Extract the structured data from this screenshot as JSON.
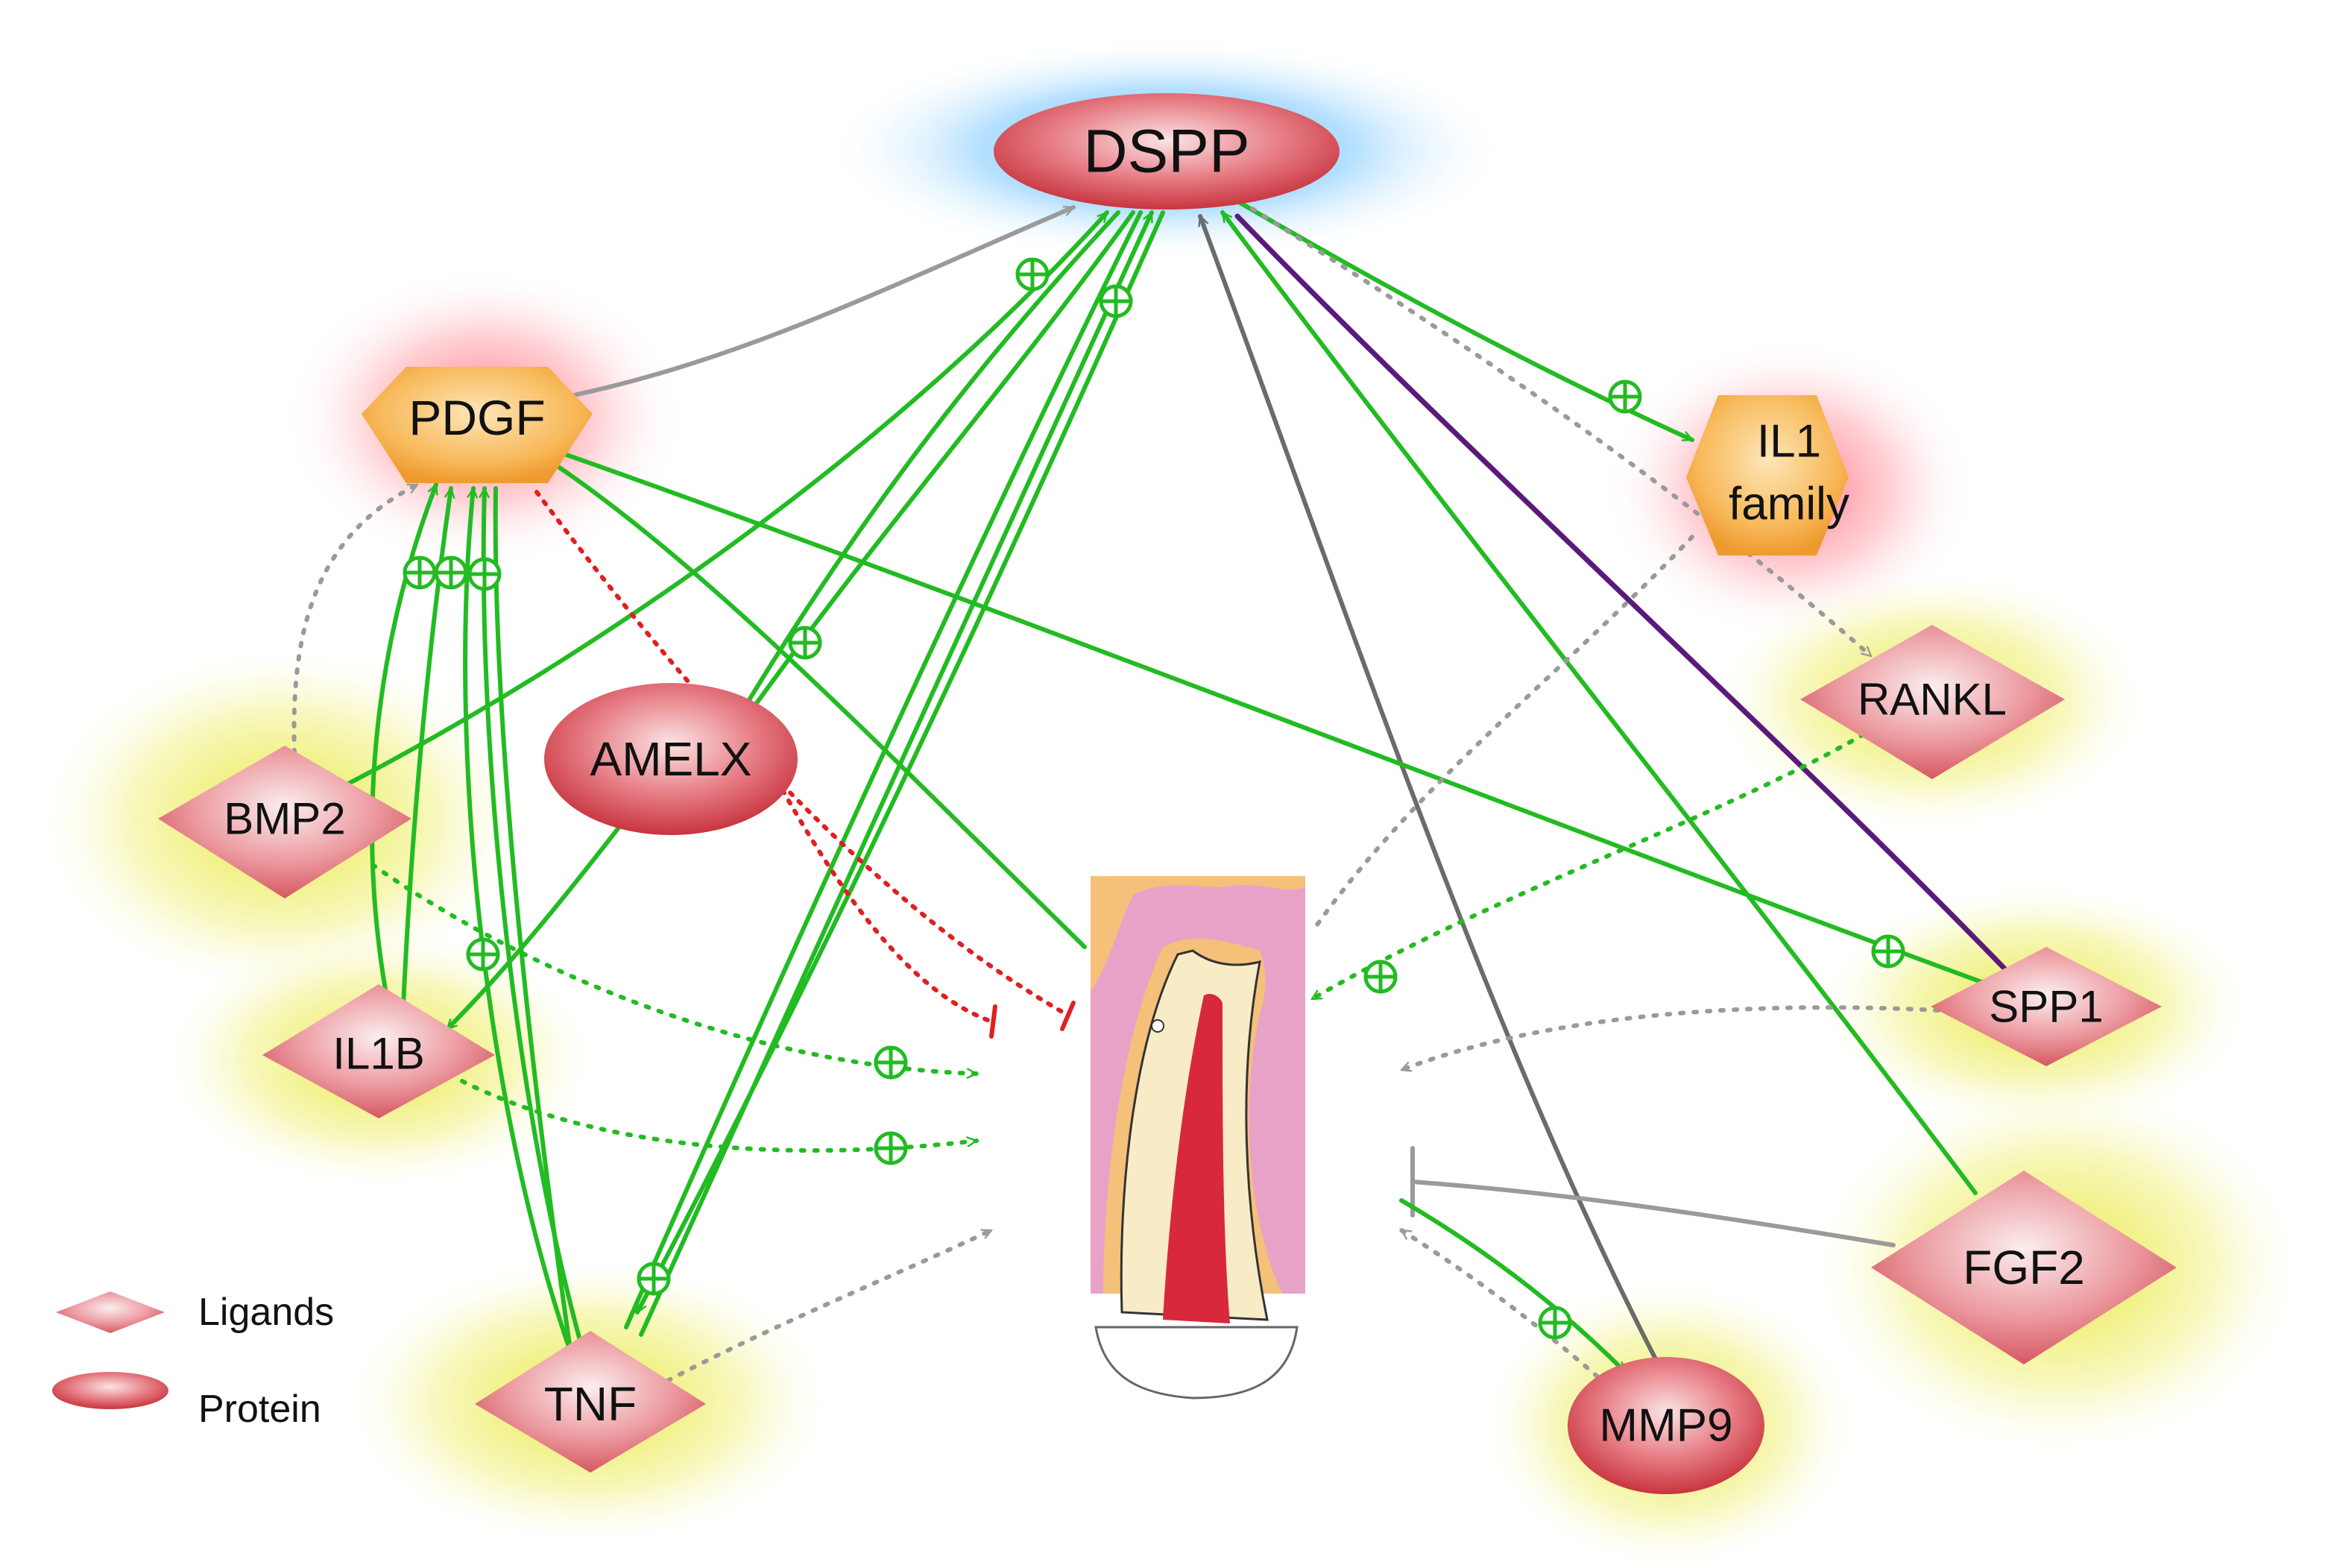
{
  "nodes": {
    "dspp": {
      "label": "DSPP",
      "shape": "ellipse",
      "glow": "blue"
    },
    "pdgf": {
      "label": "PDGF",
      "shape": "hexagon",
      "glow": "red"
    },
    "il1_family": {
      "label_line1": "IL1",
      "label_line2": "family",
      "shape": "hexagon",
      "glow": "red"
    },
    "rankl": {
      "label": "RANKL",
      "shape": "diamond",
      "glow": "yellow"
    },
    "amelx": {
      "label": "AMELX",
      "shape": "ellipse"
    },
    "bmp2": {
      "label": "BMP2",
      "shape": "diamond",
      "glow": "yellow"
    },
    "il1b": {
      "label": "IL1B",
      "shape": "diamond",
      "glow": "yellow"
    },
    "spp1": {
      "label": "SPP1",
      "shape": "diamond",
      "glow": "yellow"
    },
    "fgf2": {
      "label": "FGF2",
      "shape": "diamond",
      "glow": "yellow"
    },
    "tnf": {
      "label": "TNF",
      "shape": "diamond",
      "glow": "yellow"
    },
    "mmp9": {
      "label": "MMP9",
      "shape": "ellipse",
      "glow": "yellow"
    }
  },
  "legend": {
    "ligands_label": "Ligands",
    "protein_label": "Protein"
  },
  "colors": {
    "activation": "#22bb22",
    "inhibition": "#e02020",
    "unspecified": "#9a9a9a",
    "dark_gray": "#6b6b6b",
    "binding": "#5b1a7a",
    "node_fill": "#d94a55",
    "hexagon_fill": "#f5a845"
  },
  "center_image": {
    "icon": "tooth-periodontal-icon"
  }
}
